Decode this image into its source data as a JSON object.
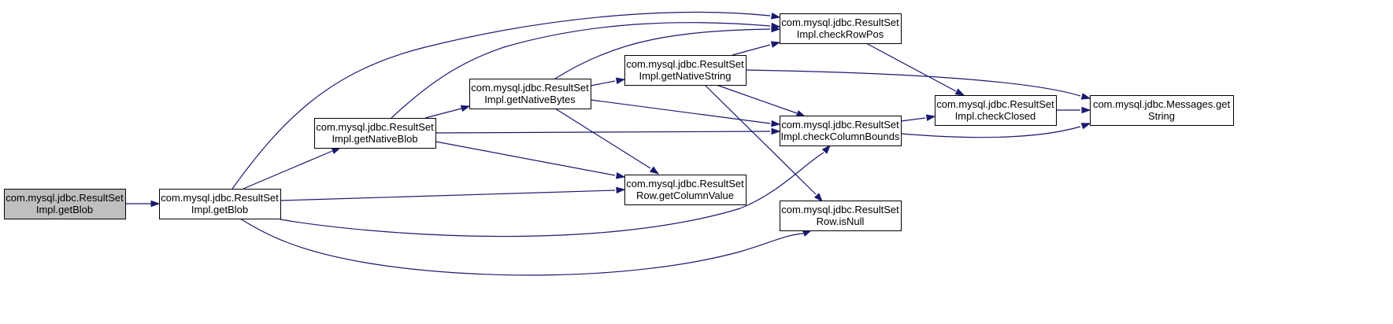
{
  "colors": {
    "edge": "#191970",
    "root_fill": "#bfbfbf",
    "node_fill": "#ffffff",
    "border": "#000000"
  },
  "nodes": [
    {
      "id": "getBlob_root",
      "line1": "com.mysql.jdbc.ResultSet",
      "line2": "Impl.getBlob",
      "highlight": true
    },
    {
      "id": "getBlob",
      "line1": "com.mysql.jdbc.ResultSet",
      "line2": "Impl.getBlob"
    },
    {
      "id": "getNativeBlob",
      "line1": "com.mysql.jdbc.ResultSet",
      "line2": "Impl.getNativeBlob"
    },
    {
      "id": "getNativeBytes",
      "line1": "com.mysql.jdbc.ResultSet",
      "line2": "Impl.getNativeBytes"
    },
    {
      "id": "getNativeString",
      "line1": "com.mysql.jdbc.ResultSet",
      "line2": "Impl.getNativeString"
    },
    {
      "id": "getColumnValue",
      "line1": "com.mysql.jdbc.ResultSet",
      "line2": "Row.getColumnValue"
    },
    {
      "id": "checkRowPos",
      "line1": "com.mysql.jdbc.ResultSet",
      "line2": "Impl.checkRowPos"
    },
    {
      "id": "checkColumnBounds",
      "line1": "com.mysql.jdbc.ResultSet",
      "line2": "Impl.checkColumnBounds"
    },
    {
      "id": "isNull",
      "line1": "com.mysql.jdbc.ResultSet",
      "line2": "Row.isNull"
    },
    {
      "id": "checkClosed",
      "line1": "com.mysql.jdbc.ResultSet",
      "line2": "Impl.checkClosed"
    },
    {
      "id": "getString",
      "line1": "com.mysql.jdbc.Messages.get",
      "line2": "String"
    }
  ],
  "edges": [
    {
      "from": "getBlob_root",
      "to": "getBlob"
    },
    {
      "from": "getBlob",
      "to": "checkRowPos"
    },
    {
      "from": "getBlob",
      "to": "getNativeBlob"
    },
    {
      "from": "getBlob",
      "to": "getColumnValue"
    },
    {
      "from": "getBlob",
      "to": "checkColumnBounds"
    },
    {
      "from": "getBlob",
      "to": "isNull"
    },
    {
      "from": "getNativeBlob",
      "to": "checkRowPos"
    },
    {
      "from": "getNativeBlob",
      "to": "getNativeBytes"
    },
    {
      "from": "getNativeBlob",
      "to": "checkColumnBounds"
    },
    {
      "from": "getNativeBlob",
      "to": "getColumnValue"
    },
    {
      "from": "getNativeBytes",
      "to": "checkRowPos"
    },
    {
      "from": "getNativeBytes",
      "to": "getNativeString"
    },
    {
      "from": "getNativeBytes",
      "to": "checkColumnBounds"
    },
    {
      "from": "getNativeBytes",
      "to": "getColumnValue"
    },
    {
      "from": "getNativeString",
      "to": "checkRowPos"
    },
    {
      "from": "getNativeString",
      "to": "checkColumnBounds"
    },
    {
      "from": "getNativeString",
      "to": "getString"
    },
    {
      "from": "getNativeString",
      "to": "isNull"
    },
    {
      "from": "checkRowPos",
      "to": "checkClosed"
    },
    {
      "from": "checkColumnBounds",
      "to": "checkClosed"
    },
    {
      "from": "checkColumnBounds",
      "to": "getString"
    },
    {
      "from": "checkClosed",
      "to": "getString"
    }
  ]
}
